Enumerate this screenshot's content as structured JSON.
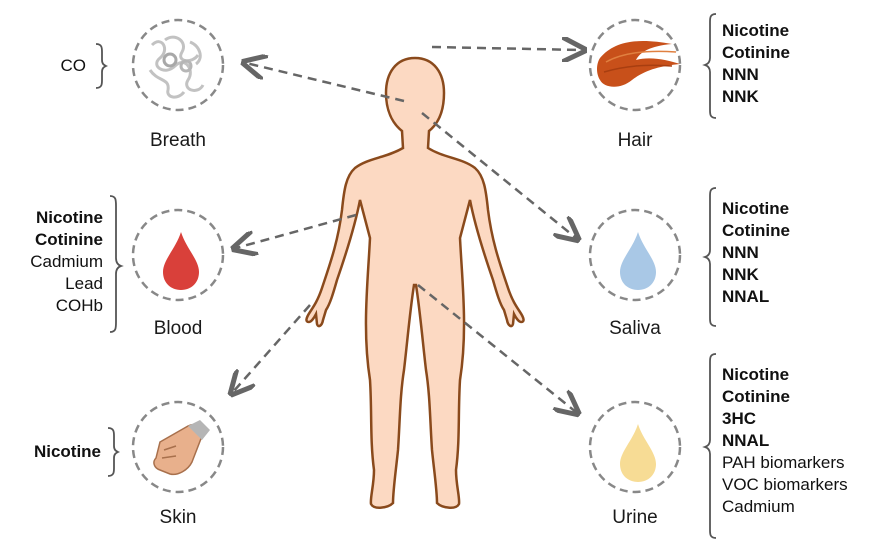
{
  "sources": {
    "breath": {
      "label": "Breath",
      "biomarkers": [
        {
          "text": "CO",
          "bold": false
        }
      ]
    },
    "blood": {
      "label": "Blood",
      "biomarkers": [
        {
          "text": "Nicotine",
          "bold": true
        },
        {
          "text": "Cotinine",
          "bold": true
        },
        {
          "text": "Cadmium",
          "bold": false
        },
        {
          "text": "Lead",
          "bold": false
        },
        {
          "text": "COHb",
          "bold": false
        }
      ]
    },
    "skin": {
      "label": "Skin",
      "biomarkers": [
        {
          "text": "Nicotine",
          "bold": true
        }
      ]
    },
    "hair": {
      "label": "Hair",
      "biomarkers": [
        {
          "text": "Nicotine",
          "bold": true
        },
        {
          "text": "Cotinine",
          "bold": true
        },
        {
          "text": "NNN",
          "bold": true
        },
        {
          "text": "NNK",
          "bold": true
        }
      ]
    },
    "saliva": {
      "label": "Saliva",
      "biomarkers": [
        {
          "text": "Nicotine",
          "bold": true
        },
        {
          "text": "Cotinine",
          "bold": true
        },
        {
          "text": "NNN",
          "bold": true
        },
        {
          "text": "NNK",
          "bold": true
        },
        {
          "text": "NNAL",
          "bold": true
        }
      ]
    },
    "urine": {
      "label": "Urine",
      "biomarkers": [
        {
          "text": "Nicotine",
          "bold": true
        },
        {
          "text": "Cotinine",
          "bold": true
        },
        {
          "text": "3HC",
          "bold": true
        },
        {
          "text": "NNAL",
          "bold": true
        },
        {
          "text": "PAH biomarkers",
          "bold": false
        },
        {
          "text": "VOC biomarkers",
          "bold": false
        },
        {
          "text": "Cadmium",
          "bold": false
        }
      ]
    }
  },
  "colors": {
    "body_fill": "#fcd9c2",
    "body_stroke": "#8a4a1c",
    "blood": "#d9403a",
    "saliva": "#a9c8e6",
    "urine": "#f7dc95",
    "hair": "#c8501a",
    "arrow": "#666666",
    "circle": "#888888"
  }
}
